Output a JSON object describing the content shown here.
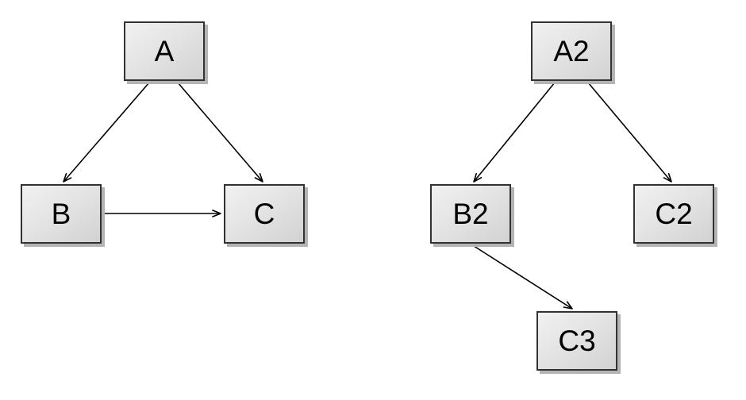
{
  "canvas": {
    "background_color": "#ffffff",
    "node_fill_top": "#f1f1f1",
    "node_fill_bottom": "#d2d2d2",
    "node_border_color": "#323232",
    "node_shadow_color": "#b4b4b4",
    "edge_color": "#000000",
    "label_color": "#000000"
  },
  "diagrams": [
    {
      "name": "left-graph",
      "nodes": [
        {
          "id": "A",
          "label": "A"
        },
        {
          "id": "B",
          "label": "B"
        },
        {
          "id": "C",
          "label": "C"
        }
      ],
      "edges": [
        {
          "from": "A",
          "to": "B"
        },
        {
          "from": "A",
          "to": "C"
        },
        {
          "from": "B",
          "to": "C"
        }
      ]
    },
    {
      "name": "right-graph",
      "nodes": [
        {
          "id": "A2",
          "label": "A2"
        },
        {
          "id": "B2",
          "label": "B2"
        },
        {
          "id": "C2",
          "label": "C2"
        },
        {
          "id": "C3",
          "label": "C3"
        }
      ],
      "edges": [
        {
          "from": "A2",
          "to": "B2"
        },
        {
          "from": "A2",
          "to": "C2"
        },
        {
          "from": "B2",
          "to": "C3"
        }
      ]
    }
  ]
}
